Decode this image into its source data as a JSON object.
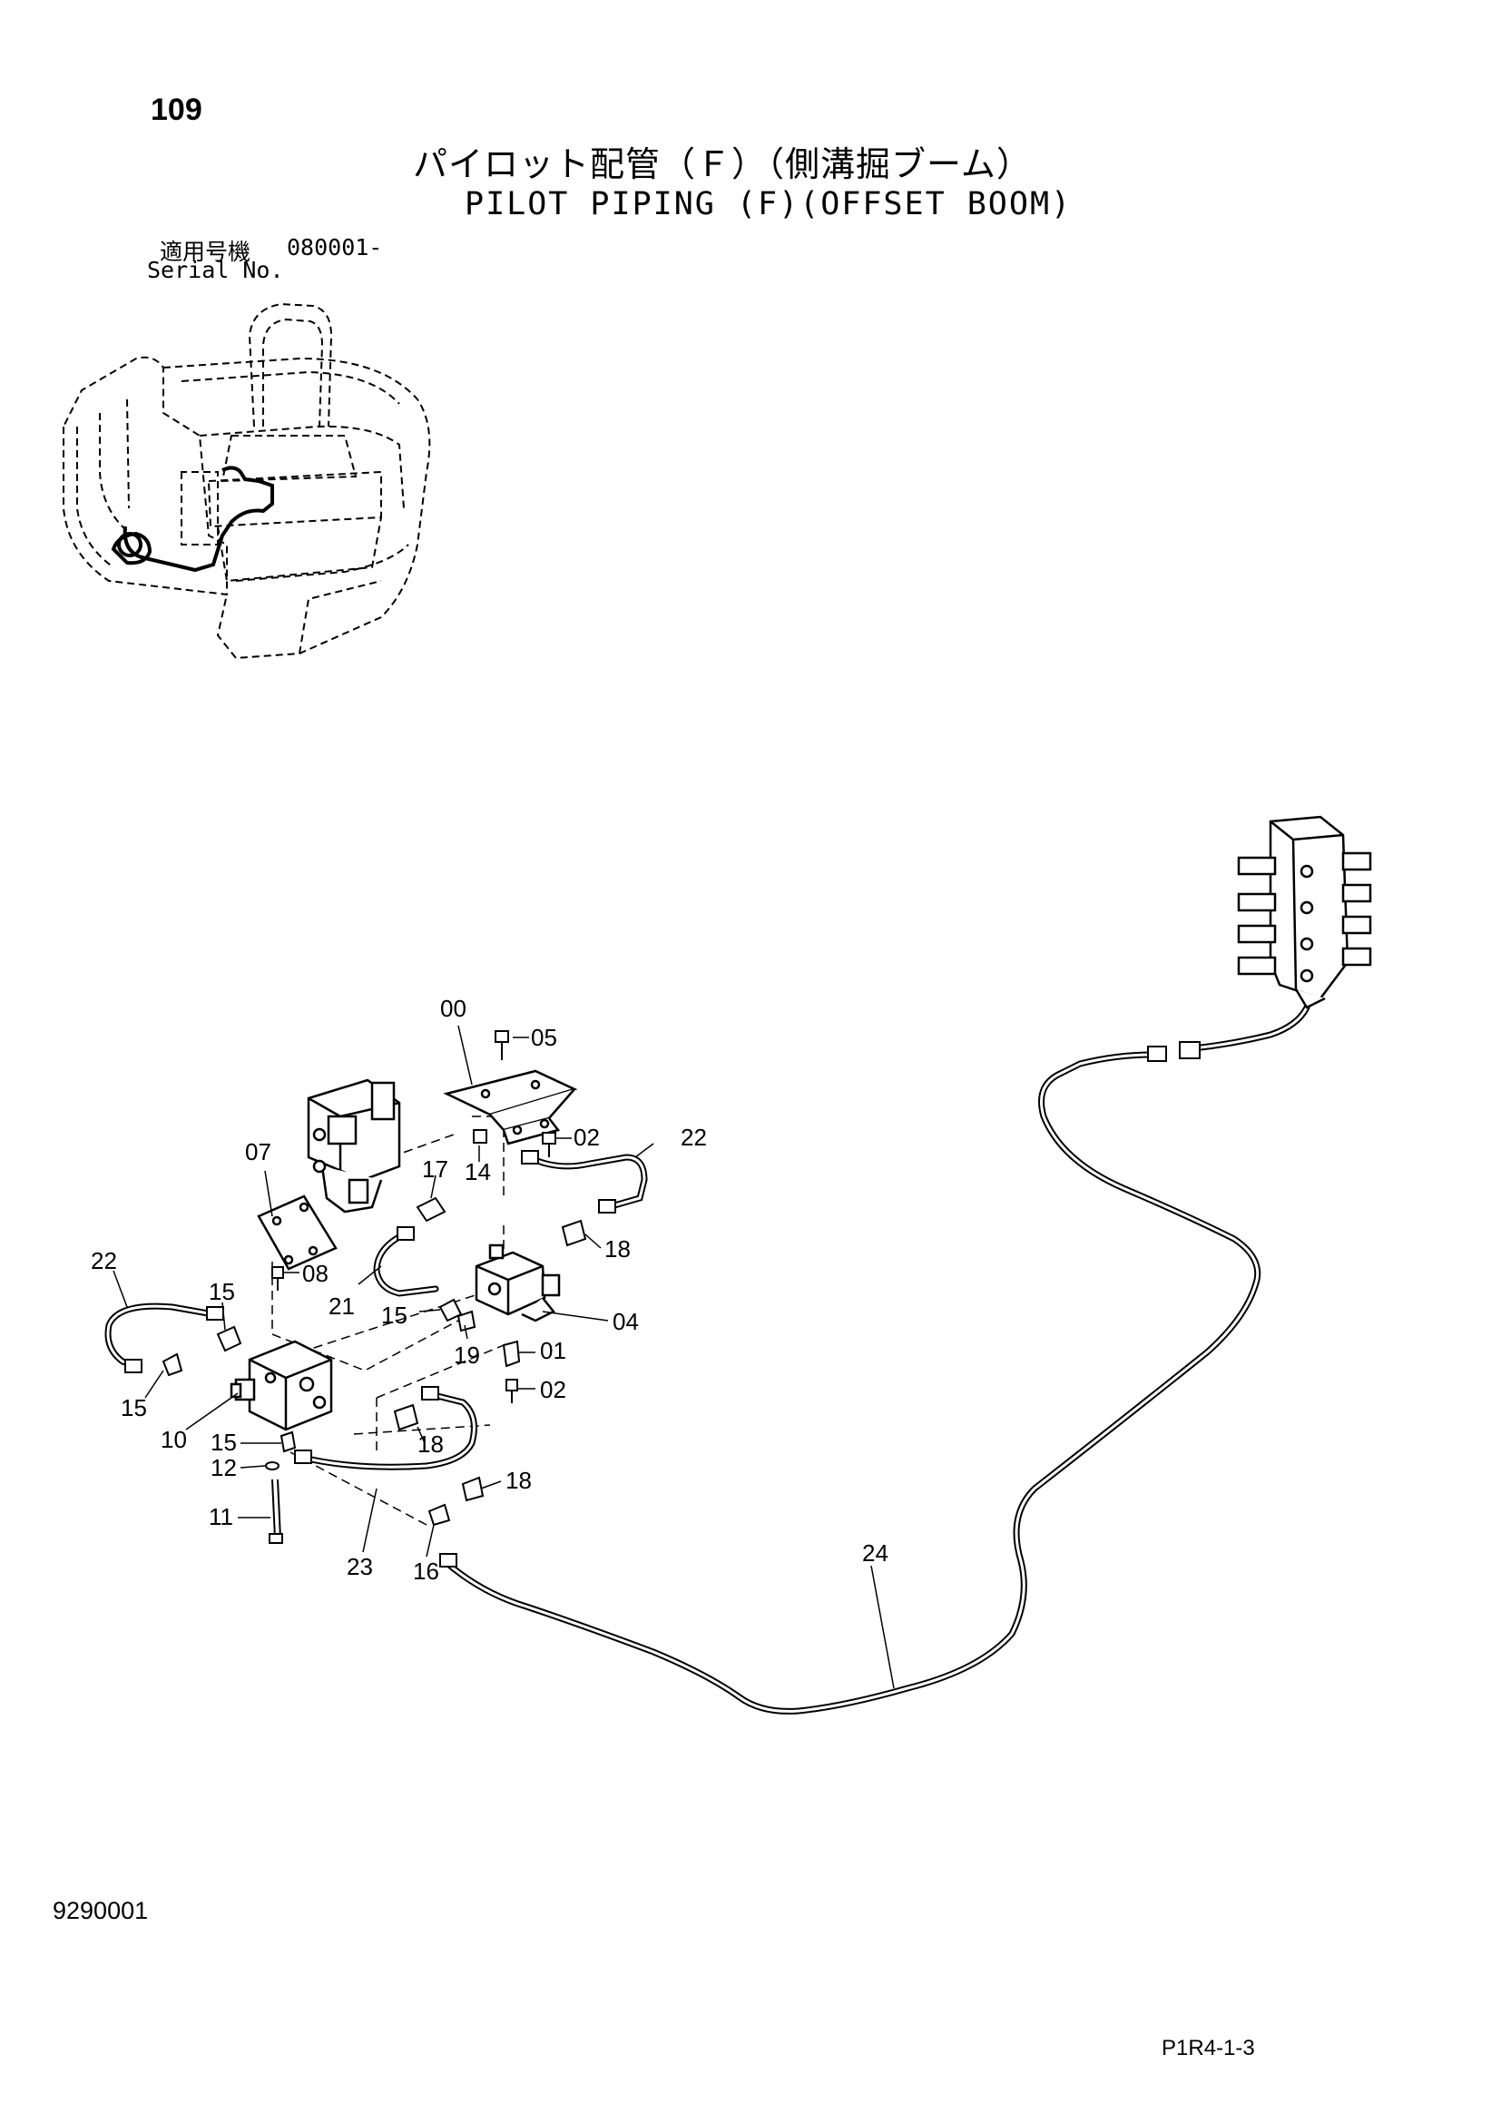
{
  "header": {
    "page_number": "109",
    "title_jp": "パイロット配管（Ｆ）（側溝掘ブーム）",
    "title_en": "PILOT PIPING (F)(OFFSET BOOM)",
    "serial_label_jp": "適用号機",
    "serial_value": "080001-",
    "serial_label_en": "Serial No."
  },
  "footer": {
    "doc_number": "9290001",
    "sheet_ref": "P1R4-1-3"
  },
  "diagram": {
    "callouts": {
      "c00": "00",
      "c05": "05",
      "c02a": "02",
      "c22a": "22",
      "c07": "07",
      "c17": "17",
      "c14": "14",
      "c18a": "18",
      "c22b": "22",
      "c08": "08",
      "c15a": "15",
      "c21": "21",
      "c15b": "15",
      "c04": "04",
      "c19": "19",
      "c01": "01",
      "c02b": "02",
      "c15c": "15",
      "c10": "10",
      "c18b": "18",
      "c15d": "15",
      "c12": "12",
      "c18c": "18",
      "c11": "11",
      "c23": "23",
      "c16": "16",
      "c24": "24"
    }
  }
}
